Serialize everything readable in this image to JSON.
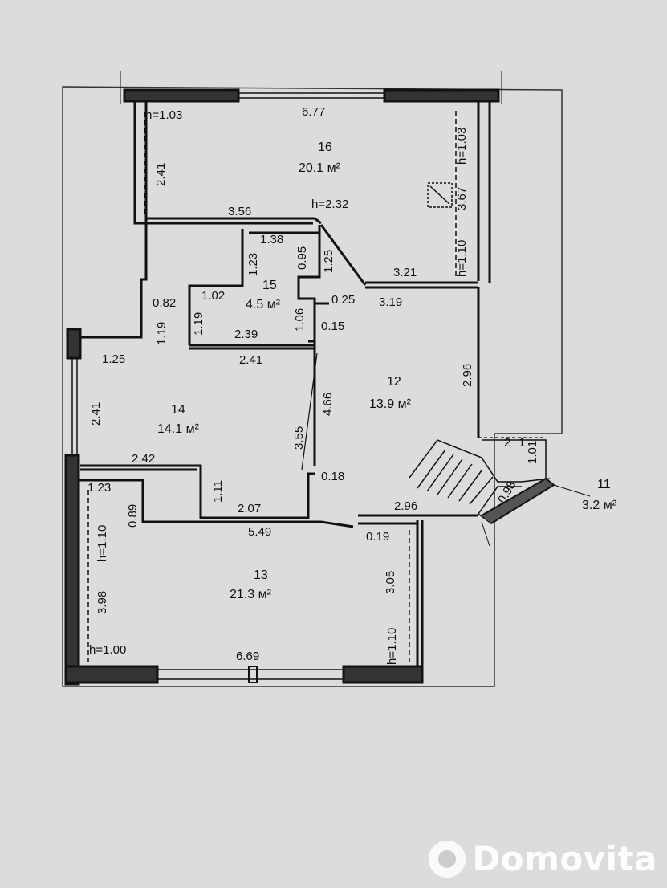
{
  "rooms": [
    {
      "num": "16",
      "area": "20.1 м²"
    },
    {
      "num": "15",
      "area": "4.5 м²"
    },
    {
      "num": "14",
      "area": "14.1 м²"
    },
    {
      "num": "12",
      "area": "13.9 м²"
    },
    {
      "num": "13",
      "area": "21.3 м²"
    },
    {
      "num": "11",
      "area": "3.2 м²"
    }
  ],
  "dimensions": {
    "top_6_77": "6.77",
    "h_1_03_left": "h=1.03",
    "h_1_03_right": "h=1.03",
    "v_2_41_r16": "2.41",
    "v_3_67": "3.67",
    "h_1_10_r16": "h=1.10",
    "d_3_56": "3.56",
    "h_2_32": "h=2.32",
    "d_1_38": "1.38",
    "v_0_95": "0.95",
    "v_1_23_r15": "1.23",
    "v_1_25": "1.25",
    "d_3_21": "3.21",
    "d_3_19": "3.19",
    "d_0_25": "0.25",
    "d_0_82": "0.82",
    "d_1_02": "1.02",
    "v_1_19_a": "1.19",
    "v_1_19_b": "1.19",
    "v_1_06": "1.06",
    "d_2_39": "2.39",
    "d_0_15": "0.15",
    "d_1_25": "1.25",
    "d_2_41": "2.41",
    "v_2_96": "2.96",
    "v_2_41_left": "2.41",
    "v_4_66": "4.66",
    "v_3_55": "3.55",
    "d_2_42": "2.42",
    "v_1_11": "1.11",
    "d_0_18": "0.18",
    "d_1_23": "1.23",
    "v_0_89": "0.89",
    "d_2_07": "2.07",
    "d_2_96": "2.96",
    "d_5_49": "5.49",
    "d_0_19": "0.19",
    "v_h_1_10_r13": "h=1.10",
    "v_3_98": "3.98",
    "v_h_1_10_r13b": "h=1.10",
    "v_3_05": "3.05",
    "h_1_00": "h=1.00",
    "d_6_69": "6.69",
    "v_1_01": "1.01",
    "d_0_98": "0.98",
    "small_2": "2",
    "small_1": "1"
  },
  "watermark": "Domovita"
}
